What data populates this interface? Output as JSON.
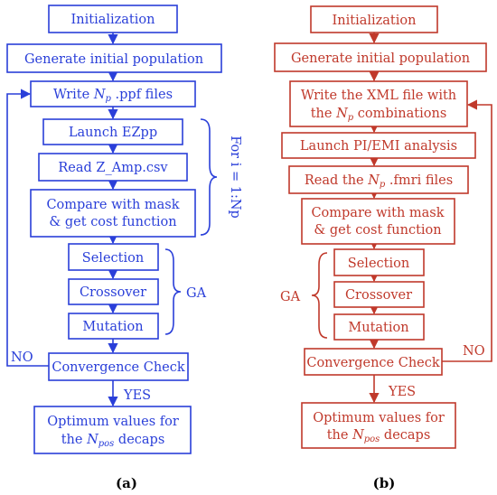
{
  "panel_a": {
    "caption": "(a)",
    "nodes": {
      "init": "Initialization",
      "gen": "Generate initial population",
      "write_pre": "Write ",
      "write_var": "N",
      "write_sub": "p",
      "write_post": " .ppf files",
      "launch": "Launch EZpp",
      "read": "Read Z_Amp.csv",
      "compare_1": "Compare with mask",
      "compare_2": "& get cost function",
      "selection": "Selection",
      "crossover": "Crossover",
      "mutation": "Mutation",
      "convergence": "Convergence Check",
      "optimum_1": "Optimum values for",
      "optimum_2_pre": "the ",
      "optimum_2_var": "N",
      "optimum_2_sub": "pos",
      "optimum_2_post": " decaps"
    },
    "labels": {
      "loop": "For i = 1:Np",
      "ga": "GA",
      "no": "NO",
      "yes": "YES"
    },
    "color": "#2a3fd9"
  },
  "panel_b": {
    "caption": "(b)",
    "nodes": {
      "init": "Initialization",
      "gen": "Generate initial population",
      "write_1": "Write the XML file with",
      "write_2_pre": "the ",
      "write_2_var": "N",
      "write_2_sub": "p",
      "write_2_post": " combinations",
      "launch": "Launch PI/EMI analysis",
      "read_pre": "Read the ",
      "read_var": "N",
      "read_sub": "p",
      "read_post": " .fmri files",
      "compare_1": "Compare with mask",
      "compare_2": "& get cost function",
      "selection": "Selection",
      "crossover": "Crossover",
      "mutation": "Mutation",
      "convergence": "Convergence Check",
      "optimum_1": "Optimum values for",
      "optimum_2_pre": "the ",
      "optimum_2_var": "N",
      "optimum_2_sub": "pos",
      "optimum_2_post": " decaps"
    },
    "labels": {
      "ga": "GA",
      "no": "NO",
      "yes": "YES"
    },
    "color": "#c0392b"
  }
}
